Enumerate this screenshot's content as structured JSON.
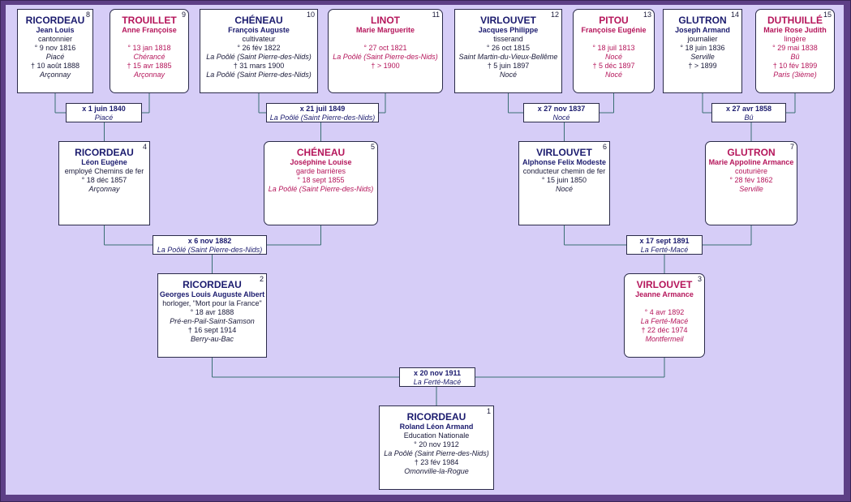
{
  "people": [
    {
      "id": "p8",
      "num": "8",
      "sex": "m",
      "surname": "RICORDEAU",
      "given": "Jean Louis",
      "lines": [
        {
          "t": "cantonnier"
        },
        {
          "t": "° 9 nov 1816"
        },
        {
          "t": "Piacé",
          "i": true
        },
        {
          "t": "† 10 août 1888"
        },
        {
          "t": "Arçonnay",
          "i": true
        }
      ]
    },
    {
      "id": "p9",
      "num": "9",
      "sex": "f",
      "surname": "TROUILLET",
      "given": "Anne Françoise",
      "lines": [
        {
          "t": ""
        },
        {
          "t": "° 13 jan 1818"
        },
        {
          "t": "Chérancé",
          "i": true
        },
        {
          "t": "† 15 avr 1885"
        },
        {
          "t": "Arçonnay",
          "i": true
        }
      ]
    },
    {
      "id": "p10",
      "num": "10",
      "sex": "m",
      "surname": "CHÉNEAU",
      "given": "François Auguste",
      "lines": [
        {
          "t": "cultivateur"
        },
        {
          "t": "° 26 fév 1822"
        },
        {
          "t": "La Poôlé (Saint Pierre-des-Nids)",
          "i": true
        },
        {
          "t": "† 31 mars 1900"
        },
        {
          "t": "La Poôlé (Saint Pierre-des-Nids)",
          "i": true
        }
      ]
    },
    {
      "id": "p11",
      "num": "11",
      "sex": "f",
      "surname": "LINOT",
      "given": "Marie Marguerite",
      "lines": [
        {
          "t": ""
        },
        {
          "t": "° 27 oct 1821"
        },
        {
          "t": "La Poôlé (Saint Pierre-des-Nids)",
          "i": true
        },
        {
          "t": "† > 1900"
        }
      ]
    },
    {
      "id": "p12",
      "num": "12",
      "sex": "m",
      "surname": "VIRLOUVET",
      "given": "Jacques Philippe",
      "lines": [
        {
          "t": "tisserand"
        },
        {
          "t": "° 26 oct 1815"
        },
        {
          "t": "Saint Martin-du-Vieux-Bellême",
          "i": true
        },
        {
          "t": "† 5 juin 1897"
        },
        {
          "t": "Nocé",
          "i": true
        }
      ]
    },
    {
      "id": "p13",
      "num": "13",
      "sex": "f",
      "surname": "PITOU",
      "given": "Françoise Eugénie",
      "lines": [
        {
          "t": ""
        },
        {
          "t": "° 18 juil 1813"
        },
        {
          "t": "Nocé",
          "i": true
        },
        {
          "t": "† 5 déc 1897"
        },
        {
          "t": "Nocé",
          "i": true
        }
      ]
    },
    {
      "id": "p14",
      "num": "14",
      "sex": "m",
      "surname": "GLUTRON",
      "given": "Joseph Armand",
      "lines": [
        {
          "t": "journalier"
        },
        {
          "t": "° 18 juin 1836"
        },
        {
          "t": "Serville",
          "i": true
        },
        {
          "t": "† > 1899"
        }
      ]
    },
    {
      "id": "p15",
      "num": "15",
      "sex": "f",
      "surname": "DUTHUILLÉ",
      "given": "Marie Rose Judith",
      "lines": [
        {
          "t": "lingère"
        },
        {
          "t": "° 29 mai 1838"
        },
        {
          "t": "Bû",
          "i": true
        },
        {
          "t": "† 10 fév 1899"
        },
        {
          "t": "Paris (3ième)",
          "i": true
        }
      ]
    },
    {
      "id": "p4",
      "num": "4",
      "sex": "m",
      "surname": "RICORDEAU",
      "given": "Léon Eugène",
      "lines": [
        {
          "t": "employé Chemins de fer"
        },
        {
          "t": "° 18 déc 1857"
        },
        {
          "t": "Arçonnay",
          "i": true
        }
      ]
    },
    {
      "id": "p5",
      "num": "5",
      "sex": "f",
      "surname": "CHÉNEAU",
      "given": "Joséphine Louise",
      "lines": [
        {
          "t": "garde barrières"
        },
        {
          "t": "° 18 sept 1855"
        },
        {
          "t": "La Poôlé (Saint Pierre-des-Nids)",
          "i": true
        }
      ]
    },
    {
      "id": "p6",
      "num": "6",
      "sex": "m",
      "surname": "VIRLOUVET",
      "given": "Alphonse Felix Modeste",
      "lines": [
        {
          "t": "conducteur chemin de fer"
        },
        {
          "t": "° 15 juin 1850"
        },
        {
          "t": "Nocé",
          "i": true
        }
      ]
    },
    {
      "id": "p7",
      "num": "7",
      "sex": "f",
      "surname": "GLUTRON",
      "given": "Marie Appoline Armance",
      "lines": [
        {
          "t": "couturière"
        },
        {
          "t": "° 28 fév 1862"
        },
        {
          "t": "Serville",
          "i": true
        }
      ]
    },
    {
      "id": "p2",
      "num": "2",
      "sex": "m",
      "surname": "RICORDEAU",
      "given": "Georges Louis Auguste Albert",
      "lines": [
        {
          "t": "horloger, \"Mort pour la France\""
        },
        {
          "t": "° 18 avr 1888"
        },
        {
          "t": "Pré-en-Pail-Saint-Samson",
          "i": true
        },
        {
          "t": "† 16 sept 1914"
        },
        {
          "t": "Berry-au-Bac",
          "i": true
        }
      ]
    },
    {
      "id": "p3",
      "num": "3",
      "sex": "f",
      "surname": "VIRLOUVET",
      "given": "Jeanne Armance",
      "lines": [
        {
          "t": ""
        },
        {
          "t": "° 4 avr 1892"
        },
        {
          "t": "La Ferté-Macé",
          "i": true
        },
        {
          "t": "† 22 déc 1974"
        },
        {
          "t": "Montfermeil",
          "i": true
        }
      ]
    },
    {
      "id": "p1",
      "num": "1",
      "sex": "m",
      "surname": "RICORDEAU",
      "given": "Roland Léon Armand",
      "lines": [
        {
          "t": "Education Nationale"
        },
        {
          "t": "° 20 nov 1912"
        },
        {
          "t": "La Poôlé (Saint Pierre-des-Nids)",
          "i": true
        },
        {
          "t": "† 23 fév 1984"
        },
        {
          "t": "Omonville-la-Rogue",
          "i": true
        }
      ]
    }
  ],
  "marriages": [
    {
      "id": "m4",
      "date": "x 1 juin 1840",
      "place": "Piacé"
    },
    {
      "id": "m5",
      "date": "x 21 juil 1849",
      "place": "La Poôlé (Saint Pierre-des-Nids)"
    },
    {
      "id": "m6",
      "date": "x 27 nov 1837",
      "place": "Nocé"
    },
    {
      "id": "m7",
      "date": "x 27 avr 1858",
      "place": "Bû"
    },
    {
      "id": "m2",
      "date": "x 6 nov 1882",
      "place": "La Poôlé (Saint Pierre-des-Nids)"
    },
    {
      "id": "m3",
      "date": "x 17 sept 1891",
      "place": "La Ferté-Macé"
    },
    {
      "id": "m1",
      "date": "x 20 nov 1911",
      "place": "La Ferté-Macé"
    }
  ]
}
